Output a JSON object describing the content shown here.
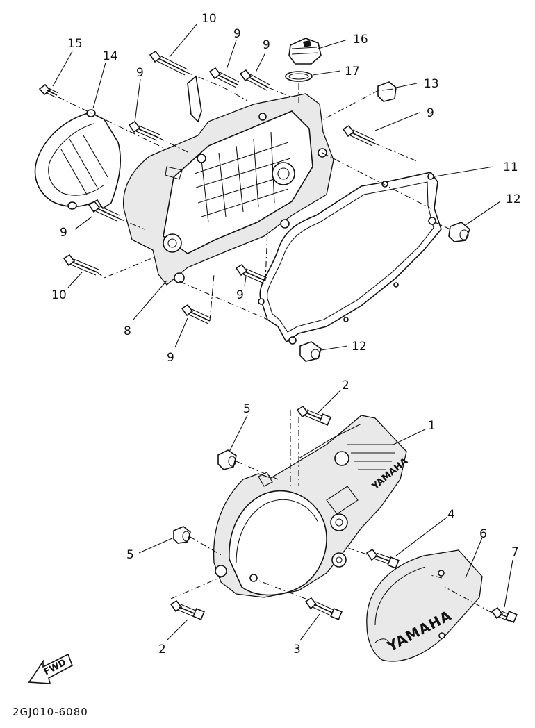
{
  "diagram": {
    "drawing_code": "2GJ010-6080",
    "callouts": {
      "c1": "1",
      "c2a": "2",
      "c2b": "2",
      "c3": "3",
      "c4": "4",
      "c5a": "5",
      "c5b": "5",
      "c6": "6",
      "c7": "7",
      "c8": "8",
      "c9a": "9",
      "c9b": "9",
      "c9c": "9",
      "c9d": "9",
      "c9e": "9",
      "c9f": "9",
      "c9g": "9",
      "c10a": "10",
      "c10b": "10",
      "c11": "11",
      "c12a": "12",
      "c12b": "12",
      "c13": "13",
      "c14": "14",
      "c15": "15",
      "c16": "16",
      "c17": "17"
    },
    "cover_logo_text": "YAMAHA",
    "cover_small_text": "YAMAHA",
    "direction_arrow_text": "FWD"
  }
}
